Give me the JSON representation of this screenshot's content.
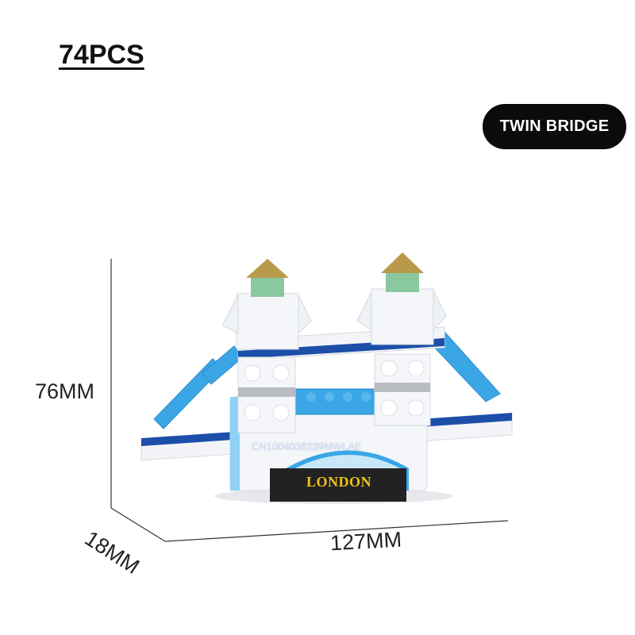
{
  "pieces_label": "74PCS",
  "model_badge": "TWIN BRIDGE",
  "dimensions": {
    "height": "76MM",
    "depth": "18MM",
    "width": "127MM"
  },
  "plaque_text": "LONDON",
  "watermark": "CN1004036239MWLAE",
  "colors": {
    "white_brick": "#f2f4f7",
    "blue_stripe": "#1d4fa8",
    "light_blue": "#3aa6e6",
    "gray_brick": "#b9bdc2",
    "roof_gold": "#b99a4a",
    "roof_green": "#8ac8a0",
    "plaque": "#222222",
    "plaque_text": "#f0c21a",
    "badge_bg": "#0b0b0b"
  }
}
